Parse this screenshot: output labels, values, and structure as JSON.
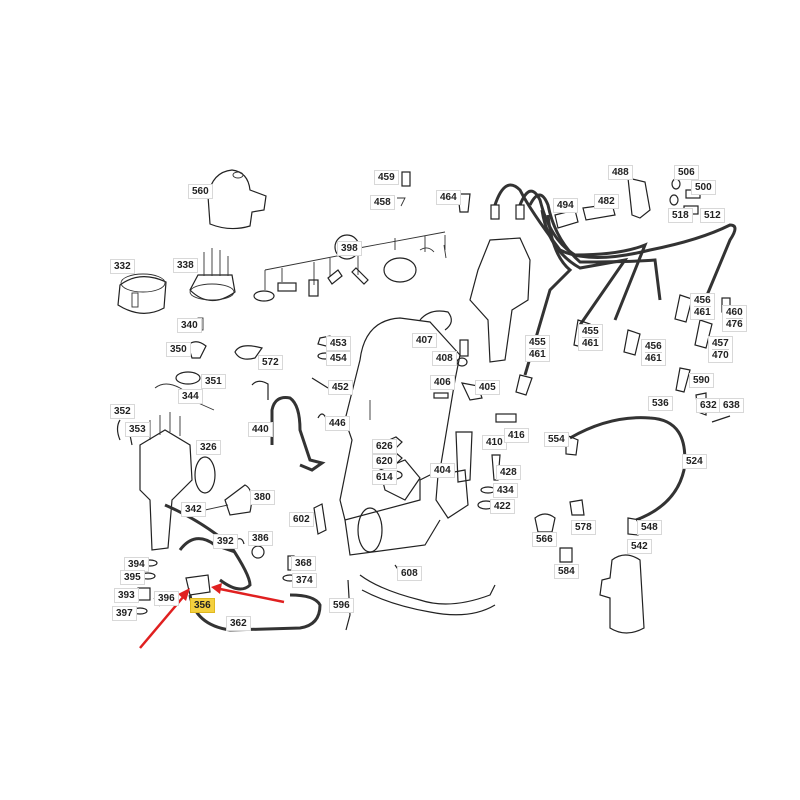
{
  "diagram": {
    "title_hidden": null,
    "labels": [
      "560",
      "459",
      "458",
      "464",
      "488",
      "506",
      "500",
      "494",
      "482",
      "518",
      "512",
      "398",
      "332",
      "338",
      "340",
      "350",
      "572",
      "453",
      "454",
      "452",
      "351",
      "344",
      "407",
      "408",
      "406",
      "405",
      "590",
      "536",
      "632",
      "638",
      "352",
      "353",
      "326",
      "440",
      "446",
      "626",
      "620",
      "614",
      "410",
      "416",
      "554",
      "524",
      "404",
      "428",
      "434",
      "422",
      "380",
      "342",
      "602",
      "392",
      "386",
      "368",
      "374",
      "394",
      "395",
      "393",
      "396",
      "397",
      "362",
      "596",
      "608",
      "566",
      "578",
      "548",
      "542",
      "584"
    ],
    "stacked_labels": [
      [
        "455",
        "461"
      ],
      [
        "455",
        "461"
      ],
      [
        "456",
        "461"
      ],
      [
        "456",
        "461"
      ],
      [
        "460",
        "476"
      ],
      [
        "457",
        "470"
      ]
    ],
    "highlighted_label": "356",
    "highlight_color": "#f4d03f",
    "arrow_color": "#e02020"
  }
}
